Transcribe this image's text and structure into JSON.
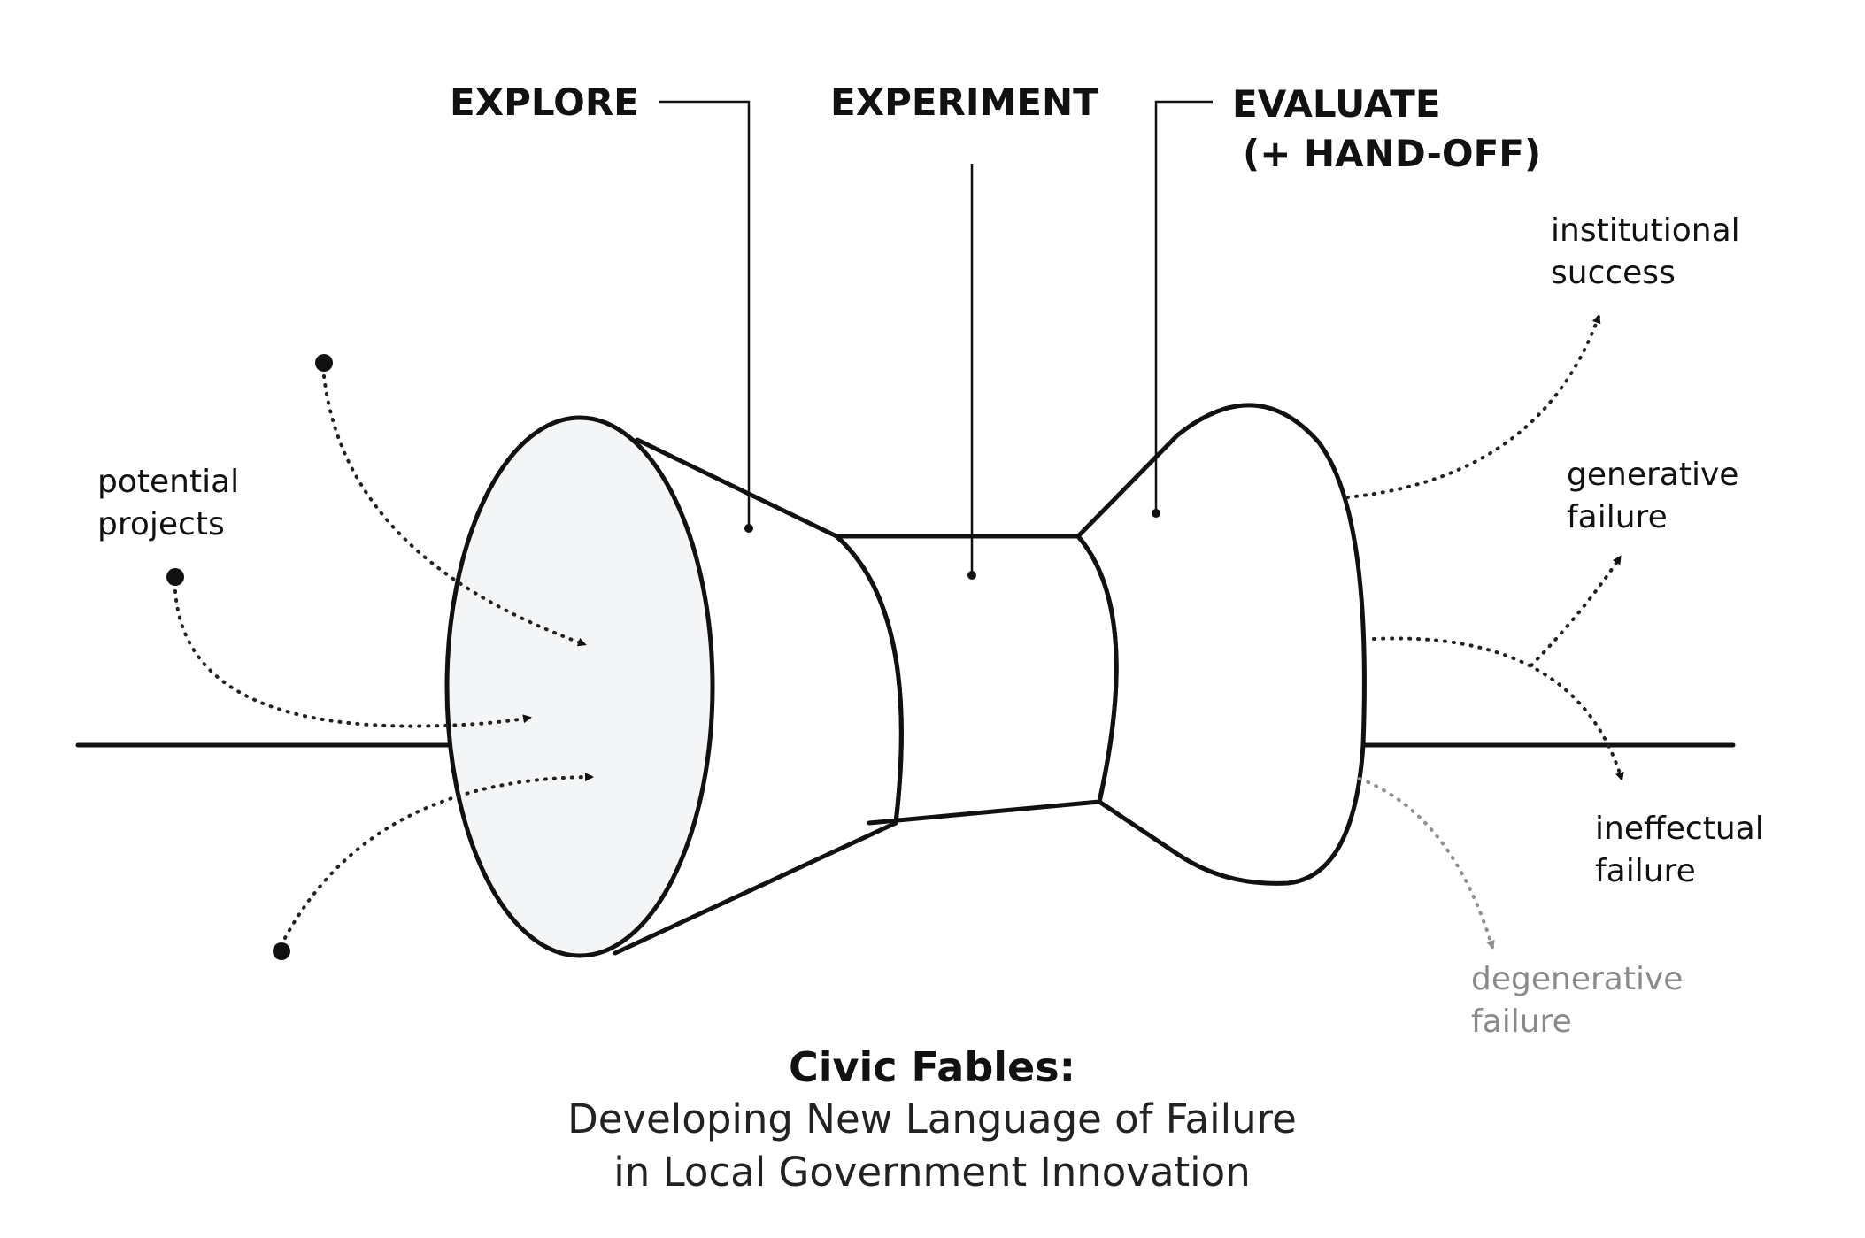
{
  "stages": {
    "explore": "EXPLORE",
    "experiment": "EXPERIMENT",
    "evaluate_line1": "EVALUATE",
    "evaluate_line2": "(+ HAND-OFF)"
  },
  "inputs": {
    "line1": "potential",
    "line2": "projects"
  },
  "outcomes": {
    "institutional_success": [
      "institutional",
      "success"
    ],
    "generative_failure": [
      "generative",
      "failure"
    ],
    "ineffectual_failure": [
      "ineffectual",
      "failure"
    ],
    "degenerative_failure": [
      "degenerative",
      "failure"
    ]
  },
  "caption": {
    "title": "Civic Fables:",
    "subtitle_line1": "Developing New Language of Failure",
    "subtitle_line2": "in Local Government Innovation"
  },
  "colors": {
    "ink": "#111111",
    "mouth_fill": "#f4f5f7",
    "faded": "#8a8a8a"
  }
}
